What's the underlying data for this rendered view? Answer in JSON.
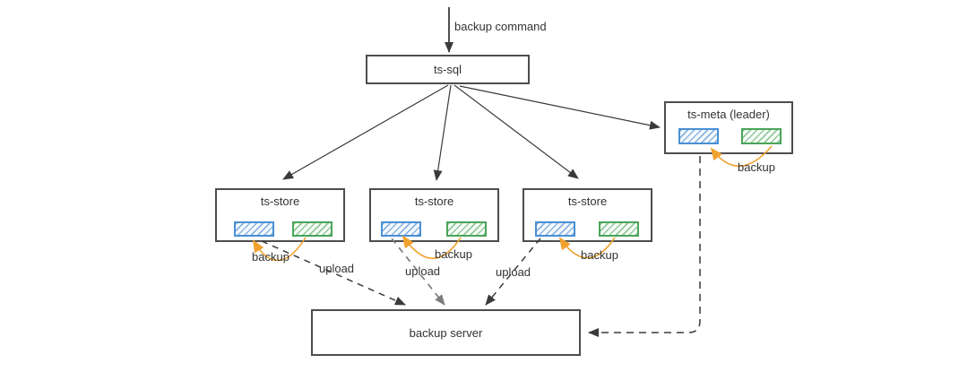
{
  "diagram": {
    "labels": {
      "command": "backup command",
      "ts_sql": "ts-sql",
      "ts_meta": "ts-meta (leader)",
      "ts_store": "ts-store",
      "backup_server": "backup server",
      "backup": "backup",
      "upload": "upload"
    },
    "nodes": [
      {
        "id": "ts-sql",
        "label": "ts-sql",
        "partitions": []
      },
      {
        "id": "ts-meta",
        "label": "ts-meta (leader)",
        "partitions": [
          "blue-hatched",
          "green-hatched"
        ]
      },
      {
        "id": "ts-store-1",
        "label": "ts-store",
        "partitions": [
          "blue-hatched",
          "green-hatched"
        ]
      },
      {
        "id": "ts-store-2",
        "label": "ts-store",
        "partitions": [
          "blue-hatched",
          "green-hatched"
        ]
      },
      {
        "id": "ts-store-3",
        "label": "ts-store",
        "partitions": [
          "blue-hatched",
          "green-hatched"
        ]
      },
      {
        "id": "backup-server",
        "label": "backup server",
        "partitions": []
      }
    ],
    "edges": [
      {
        "from": "external",
        "to": "ts-sql",
        "style": "solid-arrow",
        "label": "backup command"
      },
      {
        "from": "ts-sql",
        "to": "ts-store-1",
        "style": "solid-arrow",
        "label": ""
      },
      {
        "from": "ts-sql",
        "to": "ts-store-2",
        "style": "solid-arrow",
        "label": ""
      },
      {
        "from": "ts-sql",
        "to": "ts-store-3",
        "style": "solid-arrow",
        "label": ""
      },
      {
        "from": "ts-sql",
        "to": "ts-meta",
        "style": "solid-arrow",
        "label": ""
      },
      {
        "from": "ts-store-1.green-partition",
        "to": "ts-store-1.blue-partition",
        "style": "orange-curve",
        "label": "backup"
      },
      {
        "from": "ts-store-2.green-partition",
        "to": "ts-store-2.blue-partition",
        "style": "orange-curve",
        "label": "backup"
      },
      {
        "from": "ts-store-3.green-partition",
        "to": "ts-store-3.blue-partition",
        "style": "orange-curve",
        "label": "backup"
      },
      {
        "from": "ts-meta.green-partition",
        "to": "ts-meta.blue-partition",
        "style": "orange-curve",
        "label": "backup"
      },
      {
        "from": "ts-store-1.blue-partition",
        "to": "backup-server",
        "style": "dashed-arrow",
        "label": "upload"
      },
      {
        "from": "ts-store-2.blue-partition",
        "to": "backup-server",
        "style": "dashed-arrow",
        "label": "upload"
      },
      {
        "from": "ts-store-3.blue-partition",
        "to": "backup-server",
        "style": "dashed-arrow",
        "label": "upload"
      },
      {
        "from": "ts-meta.blue-partition",
        "to": "backup-server",
        "style": "dashed-arrow",
        "label": ""
      }
    ],
    "colors": {
      "box_border": "#4d4d4d",
      "text": "#333333",
      "blue_partition_border": "#4a8fd3",
      "blue_partition_hatch": "#8ab4e2",
      "green_partition_border": "#4aa45a",
      "green_partition_hatch": "#93c89c",
      "orange_arrow": "#f0a22e",
      "dashed_dark": "#3a3a3a",
      "dashed_gray": "#7d7d7d"
    }
  }
}
